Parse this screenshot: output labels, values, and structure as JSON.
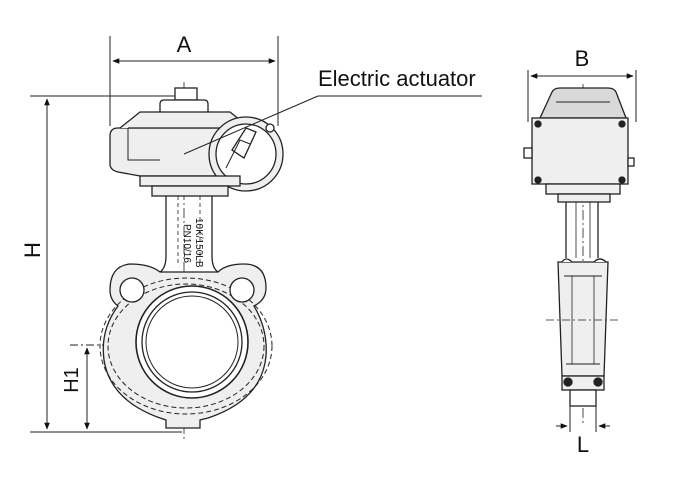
{
  "callout": {
    "actuator": "Electric actuator"
  },
  "dimensions": {
    "a": "A",
    "b": "B",
    "h": "H",
    "h1": "H1",
    "l": "L"
  },
  "body_marking": {
    "line1": "10K/150LB",
    "line2": "PN10/16"
  },
  "colors": {
    "line": "#222222",
    "fill": "#efefef",
    "cap": "#d9d9d9"
  }
}
